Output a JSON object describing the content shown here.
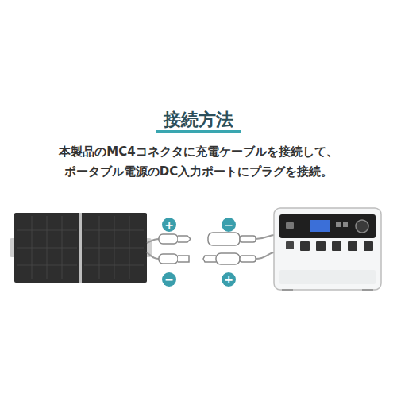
{
  "diagram": {
    "title": "接続方法",
    "labels": [
      "本製品のMC4コネクタに充電ケーブルを接続して、",
      "ポータブル電源のDC入力ポートにプラグを接続。",
      "+",
      "−",
      "−",
      "+"
    ]
  }
}
